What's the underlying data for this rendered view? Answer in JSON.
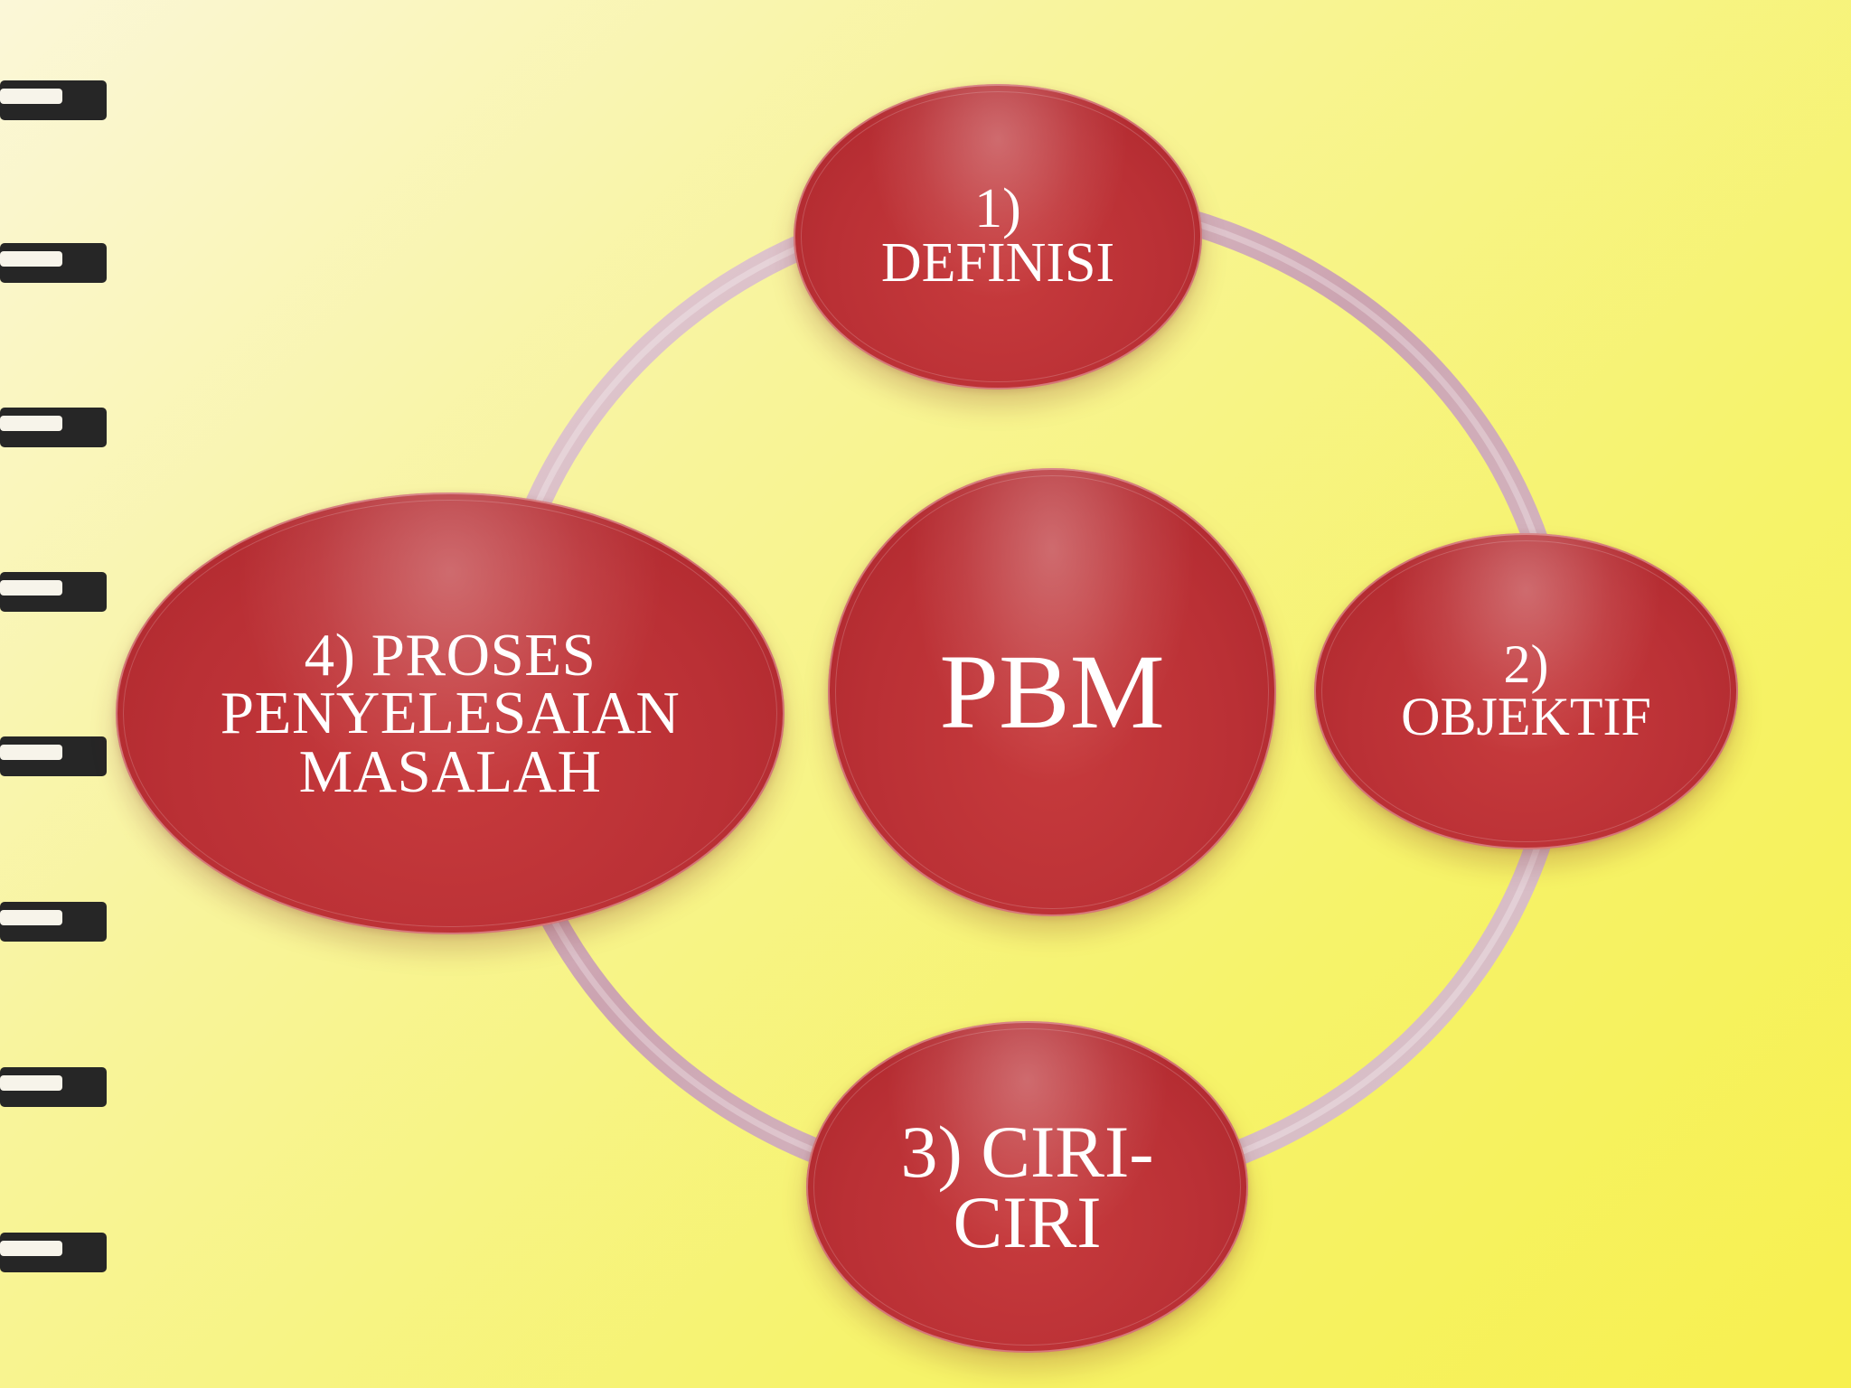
{
  "diagram": {
    "center_label": "PBM",
    "nodes": [
      {
        "label": "1)\nDEFINISI"
      },
      {
        "label": "2)\nOBJEKTIF"
      },
      {
        "label": "3) CIRI-\nCIRI"
      },
      {
        "label": "4) PROSES\nPENYELESAIAN\nMASALAH"
      }
    ]
  }
}
